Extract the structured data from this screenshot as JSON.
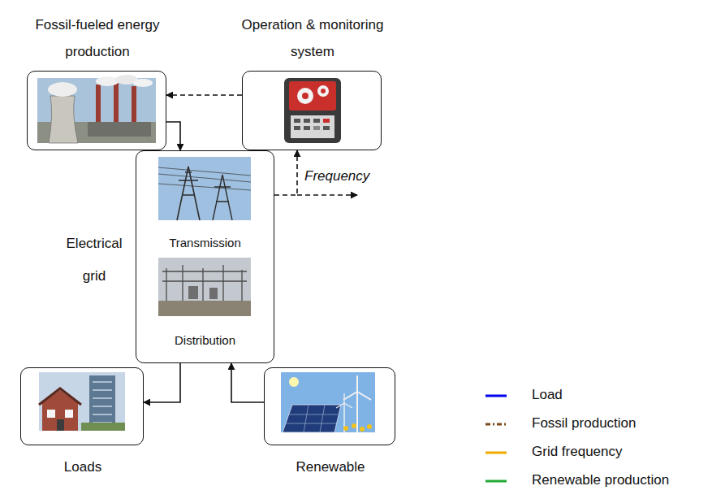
{
  "diagram": {
    "nodes": [
      {
        "text": [
          "Fossil-fueled energy production"
        ]
      },
      {
        "text": [
          "Operation & monitoring system"
        ]
      },
      {
        "text": [
          "Electrical grid",
          "Transmission",
          "Distribution"
        ]
      },
      {
        "text": [
          "Loads"
        ]
      },
      {
        "text": [
          "Renewable"
        ]
      }
    ],
    "edges": [
      {
        "from": 1,
        "to": 0,
        "arrow": "to"
      },
      {
        "from": 0,
        "to": 2,
        "arrow": "to"
      },
      {
        "from": 2,
        "to": 1,
        "label": "Frequency",
        "arrow": "to"
      },
      {
        "from": 2,
        "to": 3,
        "arrow": "to"
      },
      {
        "from": 4,
        "to": 2,
        "arrow": "to"
      }
    ],
    "legend": [
      {
        "text": "Load"
      },
      {
        "text": "Fossil production"
      },
      {
        "text": "Grid frequency"
      },
      {
        "text": "Renewable production"
      }
    ]
  }
}
